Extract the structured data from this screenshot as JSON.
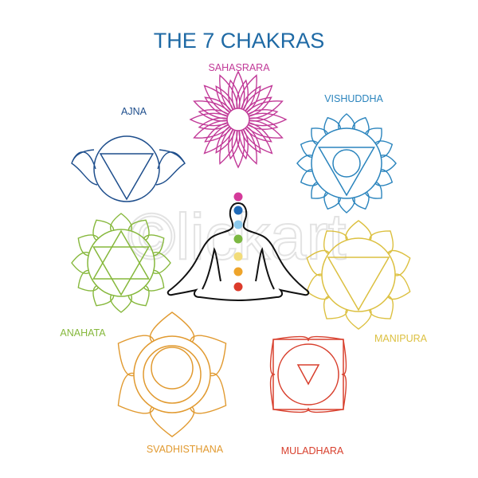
{
  "title": "THE 7 CHAKRAS",
  "watermark": "©lickart",
  "chakras": [
    {
      "name": "SAHASRARA",
      "color": "#c13a98"
    },
    {
      "name": "AJNA",
      "color": "#1e4e8c"
    },
    {
      "name": "VISHUDDHA",
      "color": "#2a84bd"
    },
    {
      "name": "ANAHATA",
      "color": "#86b83c"
    },
    {
      "name": "MANIPURA",
      "color": "#dcc040"
    },
    {
      "name": "SVADHISTHANA",
      "color": "#e19a30"
    },
    {
      "name": "MULADHARA",
      "color": "#d8402e"
    }
  ],
  "body_dots": [
    "#d43a9a",
    "#1f6ab8",
    "#8cc9ec",
    "#7cb842",
    "#f2dc7a",
    "#eea42a",
    "#dc3b2b"
  ]
}
